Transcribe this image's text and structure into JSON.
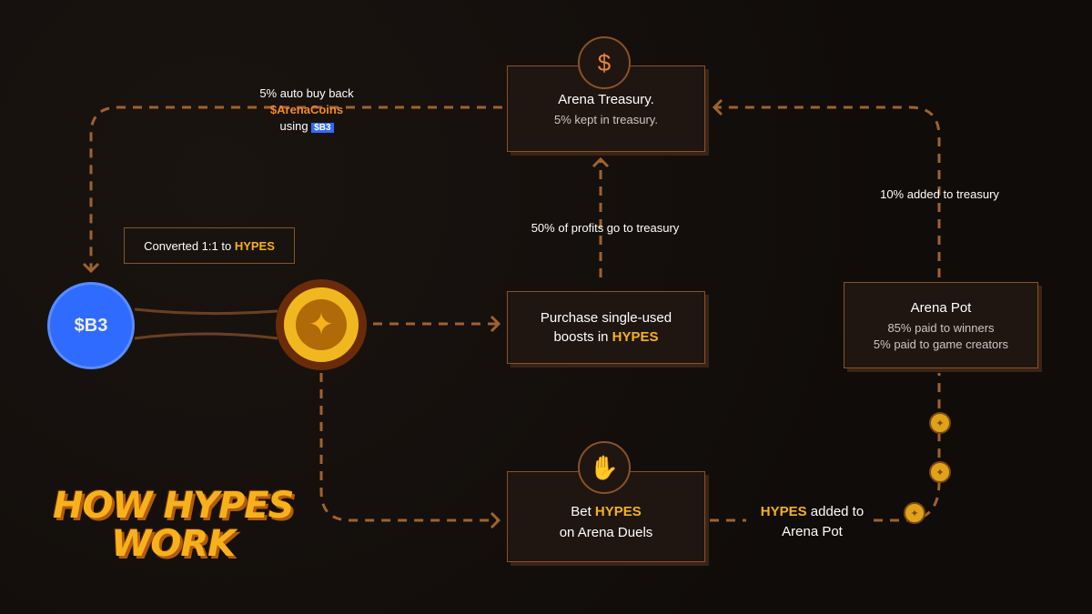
{
  "treasury": {
    "title": "Arena Treasury.",
    "subtitle": "5% kept in treasury.",
    "icon": "money-bag-icon"
  },
  "buyback": {
    "line1": "5% auto buy back",
    "line2": "$ArenaCoins",
    "line3": "using",
    "token_logo": "$B3"
  },
  "converted": {
    "text": "Converted 1:1 to ",
    "highlight": "HYPES"
  },
  "profits_label": "50% of profits go to treasury",
  "pot_to_treasury_label": "10% added to treasury",
  "boosts": {
    "line1": "Purchase single-used",
    "line2": "boosts in ",
    "highlight": "HYPES"
  },
  "pot": {
    "title": "Arena Pot",
    "line1": "85% paid to winners",
    "line2": "5% paid to game creators"
  },
  "bet": {
    "pre": "Bet ",
    "highlight": "HYPES",
    "line2": "on Arena Duels",
    "icon": "hand-coin-icon"
  },
  "added": {
    "highlight": "HYPES",
    "line1": " added to",
    "line2": "Arena Pot"
  },
  "heading": {
    "line1": "HOW HYPES",
    "line2": "WORK"
  },
  "colors": {
    "accent": "#f7b21b",
    "line": "#a0622c",
    "blue": "#2f6bff"
  }
}
